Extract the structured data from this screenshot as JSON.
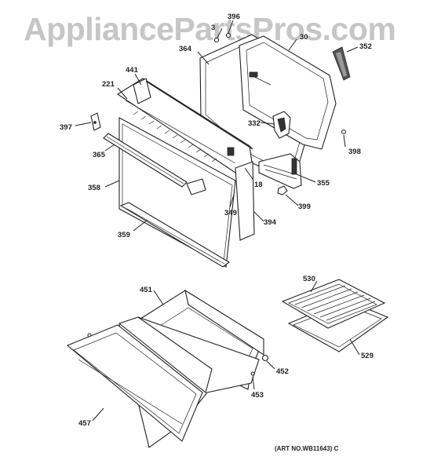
{
  "watermark": "AppliancePartsPros.com",
  "art_number": "(ART NO.WB11643) C",
  "part_labels": {
    "p396": "396",
    "p3_top": "3",
    "p364": "364",
    "p30x": "30",
    "p352": "352",
    "p441": "441",
    "p221": "221",
    "p397": "397",
    "p332": "332",
    "p398": "398",
    "p365": "365",
    "p358": "358",
    "p18": "18",
    "p355": "355",
    "p349": "349",
    "p399": "399",
    "p394": "394",
    "p359": "359",
    "p530": "530",
    "p451": "451",
    "p529": "529",
    "p452": "452",
    "p453": "453",
    "p457": "457"
  }
}
